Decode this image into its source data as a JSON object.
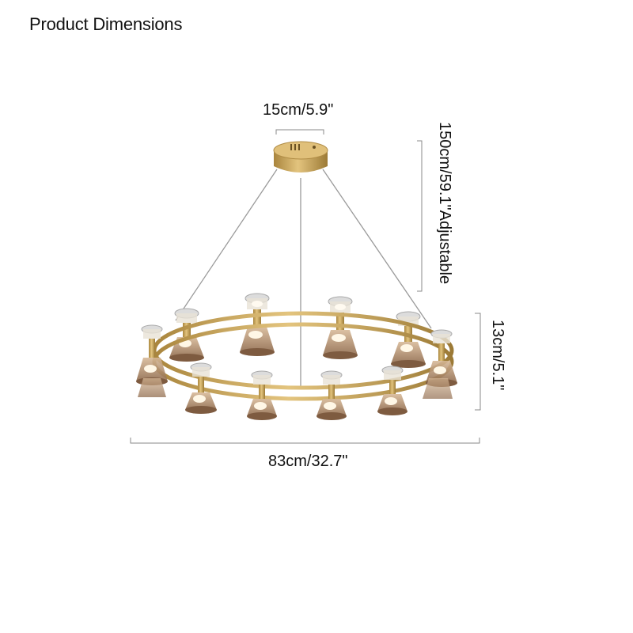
{
  "header": {
    "title": "Product Dimensions"
  },
  "dimensions": {
    "canopy_width": "15cm/5.9\"",
    "cord_length": "150cm/59.1\"Adjustable",
    "fixture_height": "13cm/5.1\"",
    "fixture_diameter": "83cm/32.7\""
  },
  "colors": {
    "brass": "#c9a45a",
    "amber_glass": "#b98e68",
    "dimension_line": "#888888",
    "text": "#111111"
  }
}
